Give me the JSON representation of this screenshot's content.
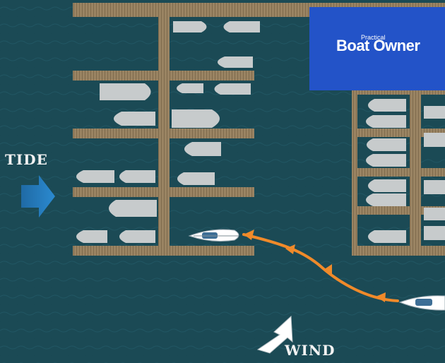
{
  "labels": {
    "tide": "TIDE",
    "wind": "WIND"
  },
  "logo": {
    "small": "Practical",
    "main": "Boat Owner"
  },
  "colors": {
    "water": "#1b4a55",
    "pontoon": "#9a8463",
    "moored_boat": "#c7cbcc",
    "tide_arrow": "#2b8ad0",
    "wind_arrow": "#ffffff",
    "approach_path": "#f08a2a",
    "logo_background": "#2353c8"
  }
}
